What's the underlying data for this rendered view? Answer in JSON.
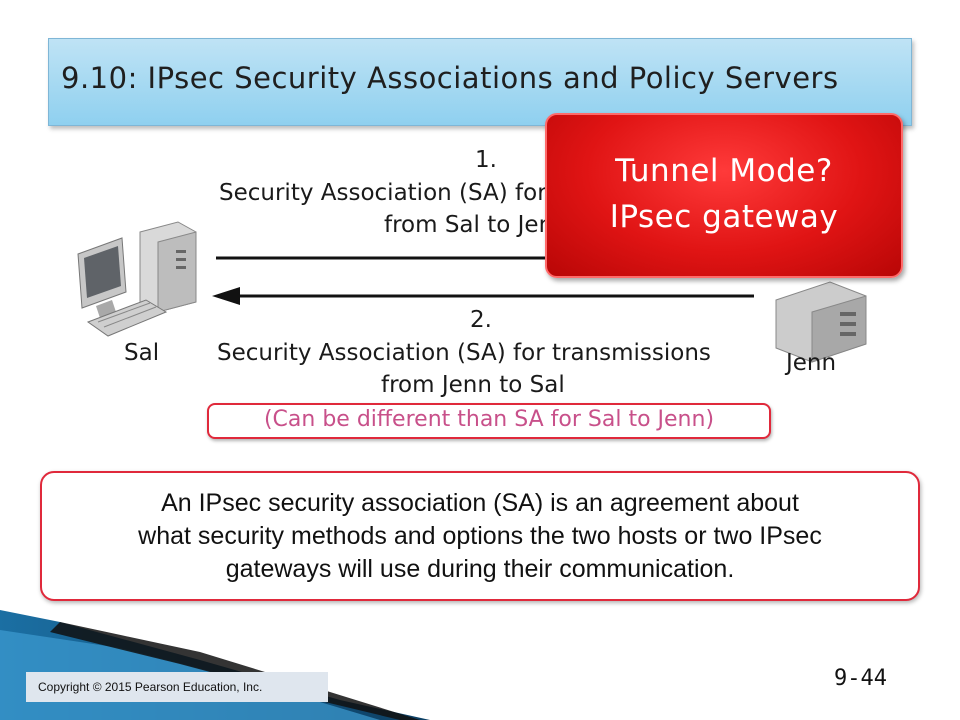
{
  "slide": {
    "title": "9.10: IPsec Security Associations and Policy Servers",
    "slide_number": "9-44",
    "copyright": "Copyright © 2015 Pearson Education, Inc."
  },
  "diagram": {
    "hosts": [
      {
        "name": "Sal",
        "icon": "desktop-computer-icon"
      },
      {
        "name": "Jenn",
        "icon": "server-computer-icon"
      }
    ],
    "arrow1": {
      "number": "1.",
      "line1": "Security Association (SA) for transmissions",
      "line2": "from Sal to Jenn"
    },
    "arrow2": {
      "number": "2.",
      "line1": "Security Association (SA) for transmissions",
      "line2": "from Jenn to Sal",
      "note": "(Can be different than SA for Sal to Jenn)"
    },
    "callout": {
      "line1": "Tunnel Mode?",
      "line2": "IPsec gateway"
    }
  },
  "definition": {
    "line1": "An IPsec security association (SA) is an agreement about",
    "line2": "what security methods and options the two hosts or two IPsec",
    "line3": "gateways will use during their communication."
  },
  "colors": {
    "title_bg": "#a6d9f2",
    "callout_red": "#e01414",
    "box_border": "#e0293b",
    "note_text": "#c8508a"
  }
}
